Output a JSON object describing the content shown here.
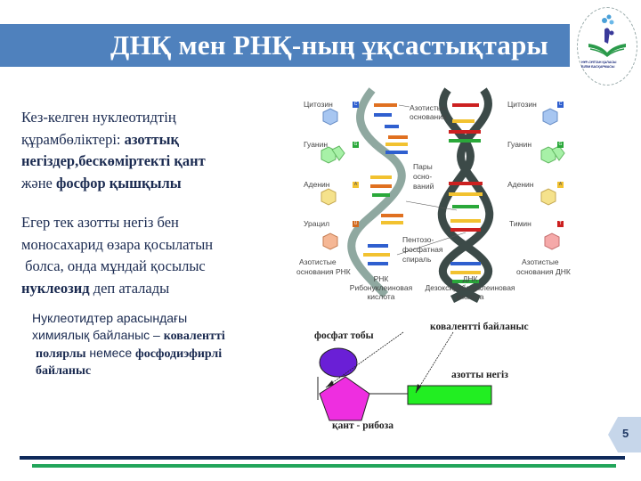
{
  "slide": {
    "title": "ДНҚ мен РНҚ-ның ұқсастықтары",
    "page_number": "5",
    "colors": {
      "title_bar": "#4f81bd",
      "text": "#1a2a50",
      "line_navy": "#0f2a5a",
      "line_green": "#22a55a",
      "page_tab": "#c6d6ea"
    }
  },
  "logo": {
    "caption_line1": "НҰР-СҰЛТАН ҚАЛАСЫ",
    "caption_line2": "БІЛІМ БАСҚАРМАСЫ"
  },
  "paragraph1": {
    "line1": "Кез-келген нуклеотидтің",
    "line2_normal": "құрамбөліктері: ",
    "line2_bold": "азоттық",
    "line3_bold": "негіздер,бескөміртекті қант",
    "line4_normal": "және ",
    "line4_bold": "фосфор қышқылы"
  },
  "paragraph2": {
    "line1": "Егер тек азотты негіз бен",
    "line2": "моносахарид өзара қосылатын",
    "line3": " болса, онда мұндай қосылыс",
    "line4_bold": "нуклеозид",
    "line4_normal": " деп аталады"
  },
  "paragraph3": {
    "line1": "Нуклеотидтер арасындағы",
    "line2_normal": "химиялық байланыс – ",
    "line2_bold": "ковалентті",
    "line3_bold": "полярлы",
    "line3_normal": " немесе ",
    "line3_bold2": "фосфодиэфирлі",
    "line4_bold": "байланыс"
  },
  "helix_figure": {
    "left_bases": [
      {
        "name": "Цитозин",
        "code": "C",
        "color": "#2f5fcf"
      },
      {
        "name": "Гуанин",
        "code": "G",
        "color": "#2aa83a"
      },
      {
        "name": "Аденин",
        "code": "A",
        "color": "#f2c230"
      },
      {
        "name": "Урацил",
        "code": "U",
        "color": "#d2691e"
      }
    ],
    "right_bases": [
      {
        "name": "Цитозин",
        "code": "C",
        "color": "#2f5fcf"
      },
      {
        "name": "Гуанин",
        "code": "G",
        "color": "#2aa83a"
      },
      {
        "name": "Аденин",
        "code": "A",
        "color": "#f2c230"
      },
      {
        "name": "Тимин",
        "code": "T",
        "color": "#cc2020"
      }
    ],
    "left_caption_1": "Азотистые",
    "left_caption_2": "основания РНК",
    "right_caption_1": "Азотистые",
    "right_caption_2": "основания ДНК",
    "label_bases_1": "Азотистые",
    "label_bases_2": "основания",
    "label_pairs_1": "Пары",
    "label_pairs_2": "осно-",
    "label_pairs_3": "ваний",
    "label_spiral_1": "Пентозо-",
    "label_spiral_2": "фосфатная",
    "label_spiral_3": "спираль",
    "rna_title": "РНК",
    "rna_sub1": "Рибонуклеиновая",
    "rna_sub2": "кислота",
    "dna_title": "ДНК",
    "dna_sub1": "Дезоксирибонуклеиновая",
    "dna_sub2": "кислота"
  },
  "nucleotide_diagram": {
    "phosphate_label": "фосфат тобы",
    "bond_label": "ковалентті байланыс",
    "base_label": "азотты негіз",
    "sugar_label": "қант - рибоза",
    "colors": {
      "phosphate": "#6a1fd6",
      "sugar": "#ee2ee0",
      "base": "#22ee22"
    }
  }
}
